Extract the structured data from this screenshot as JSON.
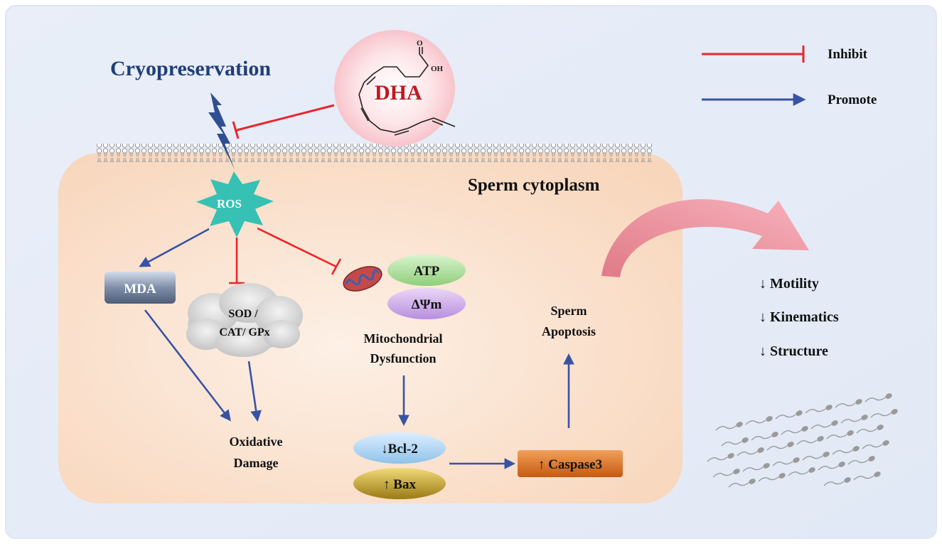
{
  "title": "Cryopreservation",
  "dha": {
    "label": "DHA",
    "oh": "OH",
    "o": "O"
  },
  "legend": {
    "inhibit": "Inhibit",
    "promote": "Promote"
  },
  "cell": {
    "label": "Sperm cytoplasm"
  },
  "nodes": {
    "ros": "ROS",
    "mda": "MDA",
    "enzymes_line1": "SOD /",
    "enzymes_line2": "CAT/ GPx",
    "atp": "ATP",
    "dpsi": "ΔΨm",
    "mito_line1": "Mitochondrial",
    "mito_line2": "Dysfunction",
    "bcl2": "↓Bcl-2",
    "bax": "↑ Bax",
    "caspase": "↑ Caspase3",
    "apop_line1": "Sperm",
    "apop_line2": "Apoptosis",
    "ox_line1": "Oxidative",
    "ox_line2": "Damage"
  },
  "outcomes": [
    "↓ Motility",
    "↓ Kinematics",
    "↓ Structure"
  ],
  "colors": {
    "inhibit": "#e8262c",
    "promote": "#3853a4",
    "title": "#1f3f7a",
    "dha": "#c0181f",
    "ros": "#36c1b4",
    "cytoplasm": "#fbe0c8",
    "background": "#e8eef8"
  }
}
